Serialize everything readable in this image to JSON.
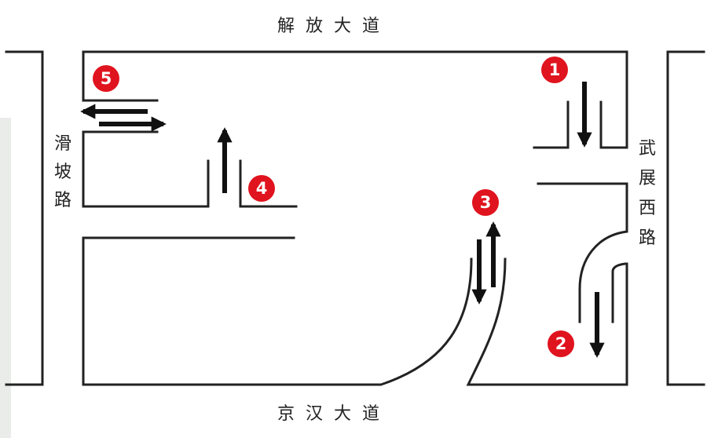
{
  "roads": {
    "top": "解放大道",
    "bottom": "京汉大道",
    "left": "滑坡路",
    "right": "武展西路"
  },
  "markers": [
    "1",
    "2",
    "3",
    "4",
    "5"
  ],
  "colors": {
    "line": "#222222",
    "marker": "#e0141e",
    "marker_text": "#ffffff",
    "background": "#ffffff"
  }
}
